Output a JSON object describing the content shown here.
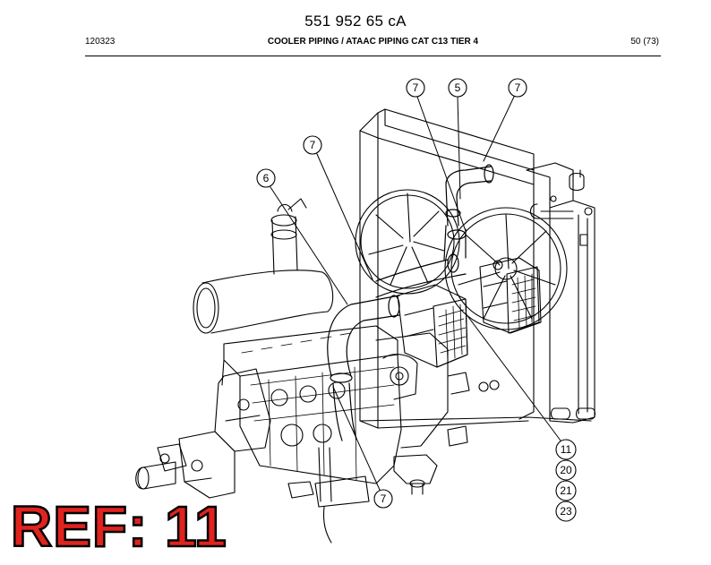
{
  "header": {
    "doc_number": "551 952 65 cA",
    "code": "120323",
    "title": "COOLER PIPING / ATAAC PIPING CAT C13 TIER 4",
    "page": "50 (73)"
  },
  "diagram": {
    "callouts": [
      "7",
      "5",
      "7",
      "7",
      "6",
      "11",
      "20",
      "21",
      "23",
      "7"
    ]
  },
  "ref": {
    "label": "REF: 11"
  },
  "colors": {
    "ref_fill": "#e0231e",
    "ref_outline": "#000000",
    "line": "#000000"
  }
}
